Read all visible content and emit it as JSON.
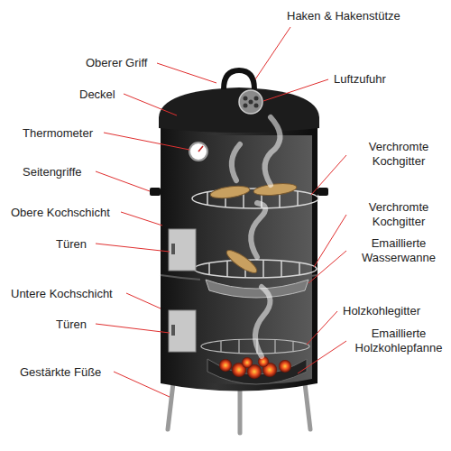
{
  "diagram": {
    "labels": [
      "Oberer Griff",
      "Haken & Hakenstütze",
      "Deckel",
      "Luftzufuhr",
      "Thermometer",
      "Verchromte Kochgitter",
      "Seitengriffe",
      "Verchromte Kochgitter",
      "Obere Kochschicht",
      "Emaillierte Wasserwanne",
      "Türen",
      "Holzkohlegitter",
      "Untere Kochschicht",
      "Emaillierte Holzkohlepfanne",
      "Türen",
      "Gestärkte Füße"
    ]
  }
}
